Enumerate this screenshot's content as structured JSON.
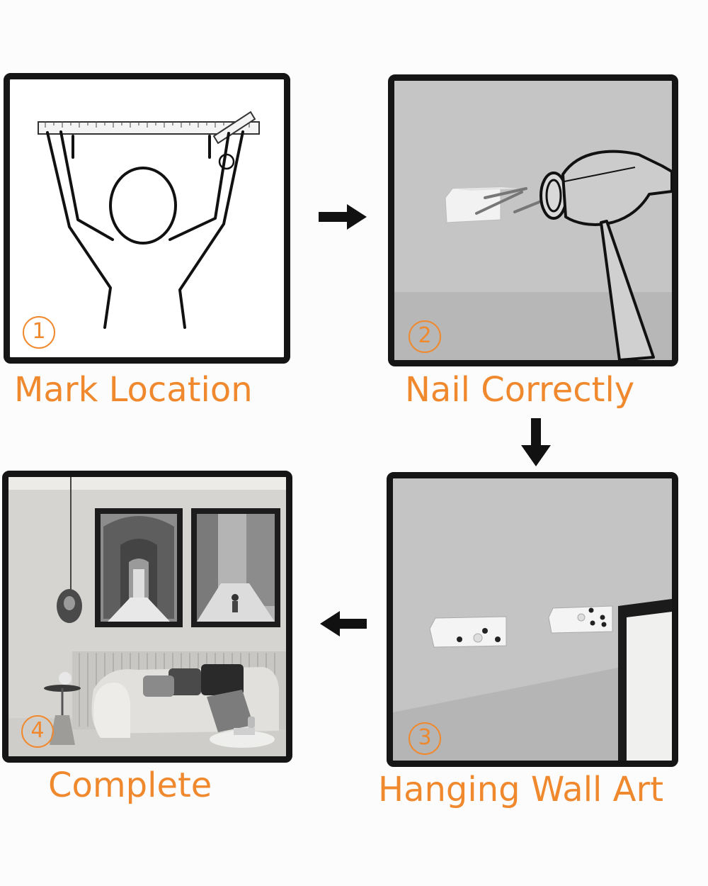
{
  "steps": [
    {
      "number": "1",
      "caption": "Mark Location"
    },
    {
      "number": "2",
      "caption": "Nail Correctly"
    },
    {
      "number": "3",
      "caption": "Hanging Wall Art"
    },
    {
      "number": "4",
      "caption": "Complete"
    }
  ],
  "colors": {
    "accent": "#f0892d",
    "frame": "#151515",
    "arrow": "#111111"
  },
  "icons": [
    "right-arrow-icon",
    "down-arrow-icon",
    "left-arrow-icon"
  ]
}
